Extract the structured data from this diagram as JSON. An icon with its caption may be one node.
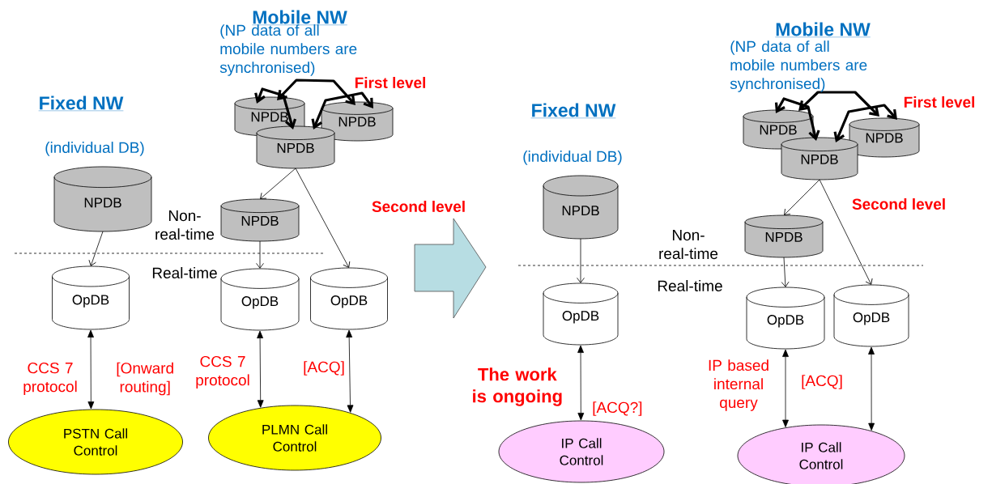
{
  "diagram": {
    "nodes": [
      {
        "text": [
          "NPDB"
        ],
        "beside": [
          "(individual DB)"
        ]
      },
      {
        "text": [
          "OpDB"
        ]
      },
      {
        "text": [
          "PSTN Call Control"
        ]
      },
      {
        "text": [
          "NPDB"
        ]
      },
      {
        "text": [
          "NPDB"
        ]
      },
      {
        "text": [
          "NPDB"
        ]
      },
      {
        "text": [
          "NPDB"
        ]
      },
      {
        "text": [
          "OpDB"
        ]
      },
      {
        "text": [
          "OpDB"
        ]
      },
      {
        "text": [
          "PLMN Call Control"
        ]
      },
      {
        "text": [
          "NPDB"
        ],
        "beside": [
          "(individual DB)"
        ]
      },
      {
        "text": [
          "OpDB"
        ]
      },
      {
        "text": [
          "IP Call Control"
        ]
      },
      {
        "text": [
          "NPDB"
        ]
      },
      {
        "text": [
          "NPDB"
        ]
      },
      {
        "text": [
          "NPDB"
        ]
      },
      {
        "text": [
          "NPDB"
        ]
      },
      {
        "text": [
          "OpDB"
        ]
      },
      {
        "text": [
          "OpDB"
        ]
      },
      {
        "text": [
          "IP Call Control"
        ]
      }
    ],
    "edges": [
      {
        "from": 0,
        "to": 1,
        "arrow": "to"
      },
      {
        "from": 1,
        "to": 2,
        "arrow": "both"
      },
      {
        "from": 3,
        "to": 5,
        "arrow": "both",
        "style": "thick"
      },
      {
        "from": 3,
        "to": 4,
        "arrow": "both",
        "style": "thick"
      },
      {
        "from": 4,
        "to": 5,
        "arrow": "both",
        "style": "thick"
      },
      {
        "from": 5,
        "to": 6,
        "arrow": "to"
      },
      {
        "from": 5,
        "to": 8,
        "arrow": "to"
      },
      {
        "from": 6,
        "to": 7,
        "arrow": "to"
      },
      {
        "from": 7,
        "to": 9,
        "arrow": "both"
      },
      {
        "from": 8,
        "to": 9,
        "arrow": "both"
      },
      {
        "from": 10,
        "to": 11,
        "arrow": "to"
      },
      {
        "from": 11,
        "to": 12,
        "arrow": "both"
      },
      {
        "from": 13,
        "to": 15,
        "arrow": "both",
        "style": "thick"
      },
      {
        "from": 13,
        "to": 14,
        "arrow": "both",
        "style": "thick"
      },
      {
        "from": 14,
        "to": 15,
        "arrow": "both",
        "style": "thick"
      },
      {
        "from": 15,
        "to": 16,
        "arrow": "to"
      },
      {
        "from": 15,
        "to": 18,
        "arrow": "to"
      },
      {
        "from": 16,
        "to": 17,
        "arrow": "to"
      },
      {
        "from": 17,
        "to": 19,
        "arrow": "both"
      },
      {
        "from": 18,
        "to": 19,
        "arrow": "both"
      }
    ],
    "labels": [
      "Fixed NW",
      "Mobile NW",
      "(NP data of all mobile numbers are synchronised)",
      "First level",
      "Second level",
      "Non-real-time",
      "Real-time",
      "CCS 7 protocol",
      "[Onward routing]",
      "CCS 7 protocol",
      "[ACQ]",
      "Fixed NW",
      "Mobile NW",
      "(NP data of all mobile numbers are synchronised)",
      "First level",
      "Second level",
      "Non-real-time",
      "Real-time",
      "The work is ongoing",
      "[ACQ?]",
      "IP based internal query",
      "[ACQ]"
    ]
  }
}
